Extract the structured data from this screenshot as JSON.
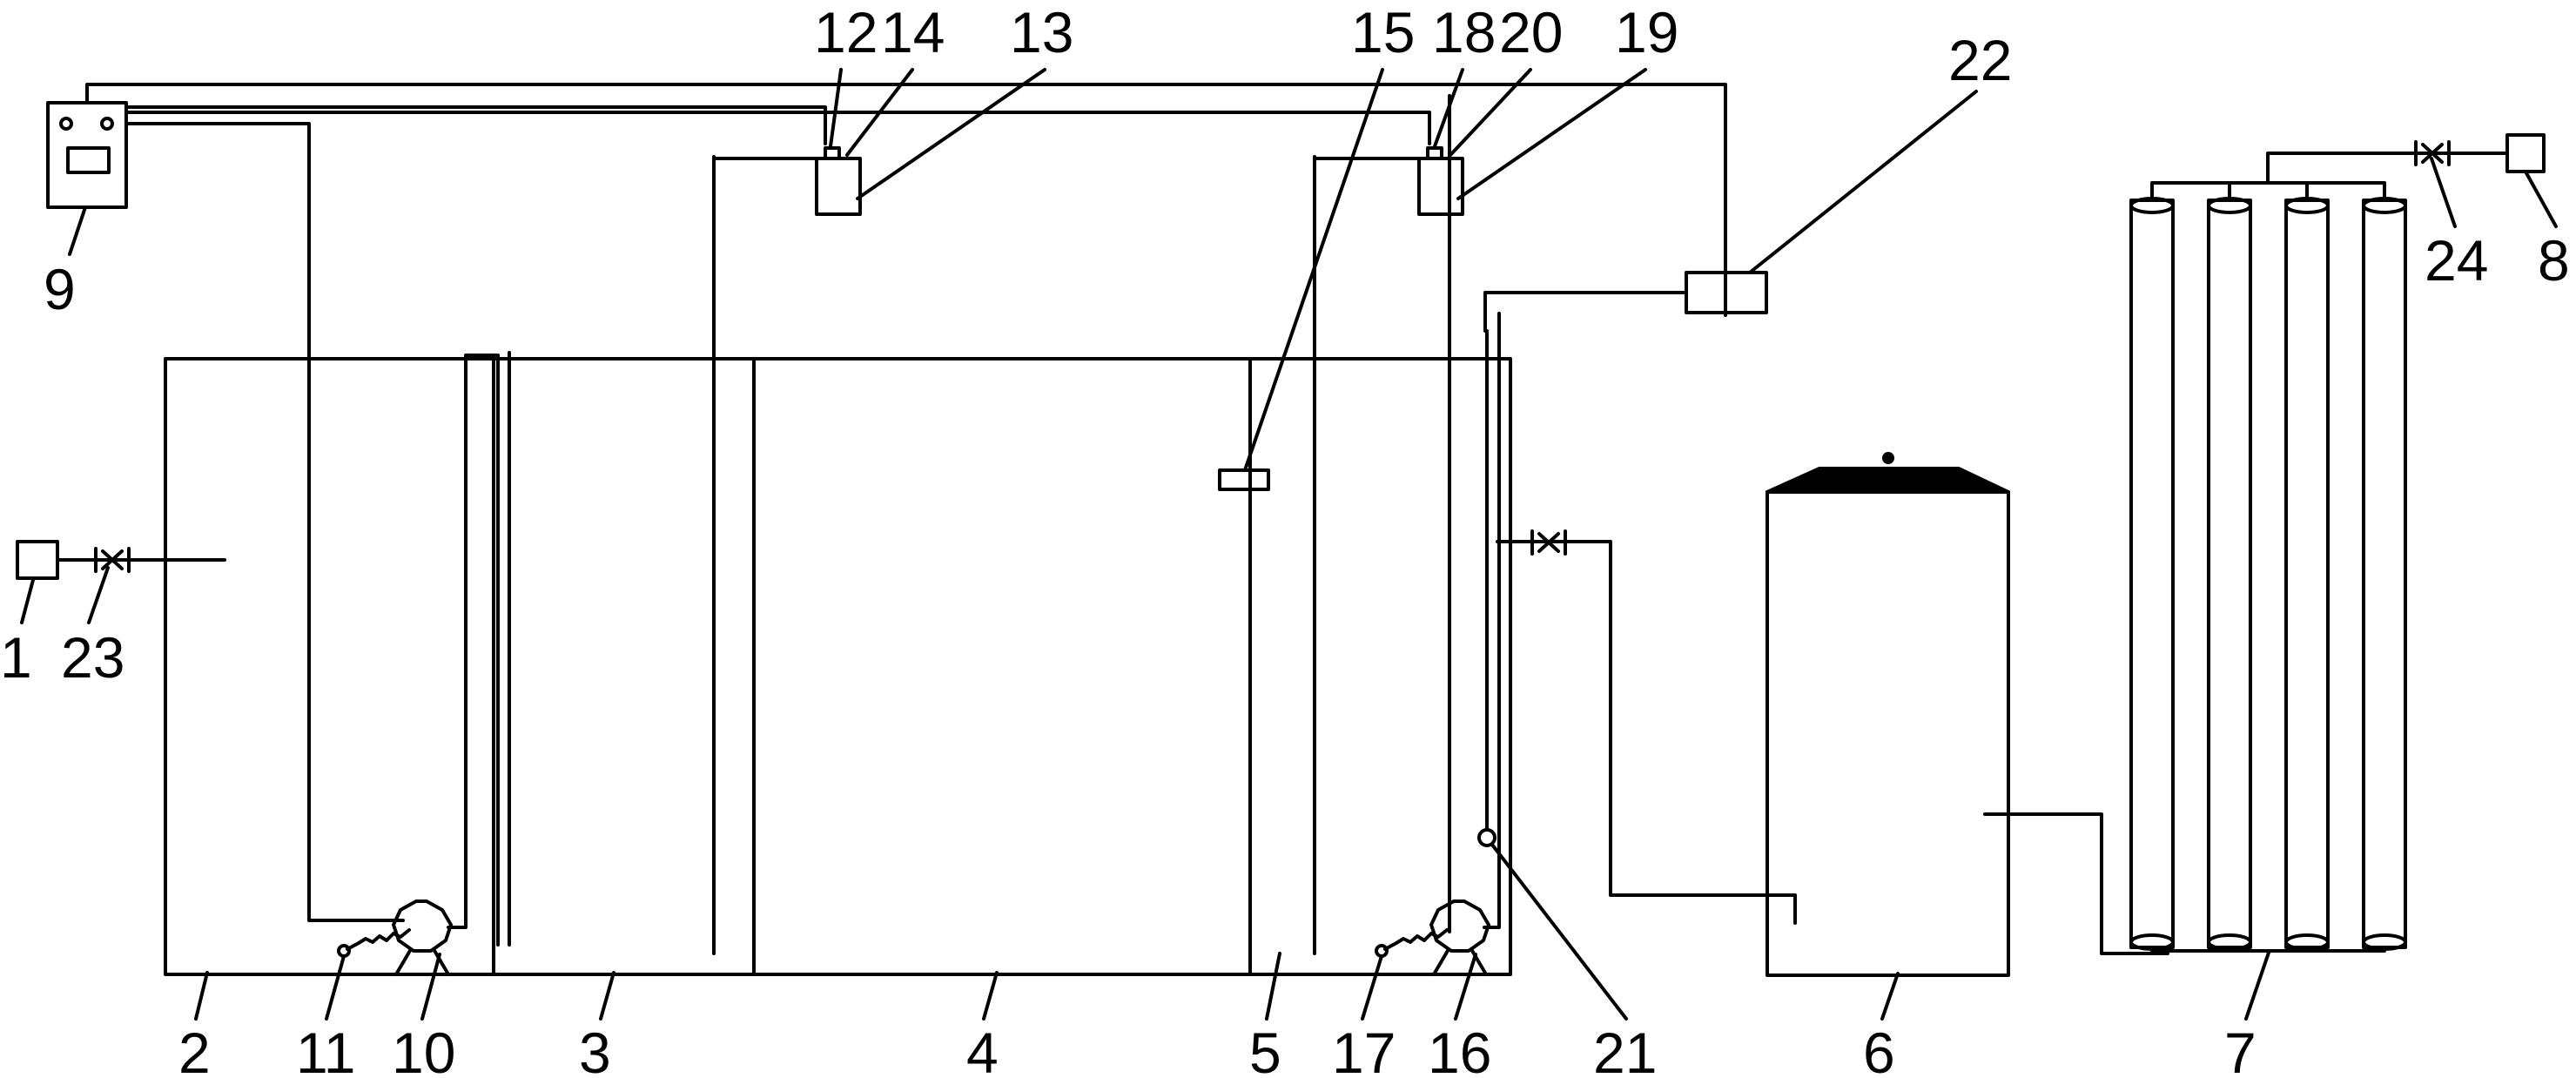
{
  "labels": {
    "l1": "1",
    "l2": "2",
    "l3": "3",
    "l4": "4",
    "l5": "5",
    "l6": "6",
    "l7": "7",
    "l8": "8",
    "l9": "9",
    "l10": "10",
    "l11": "11",
    "l12": "12",
    "l13": "13",
    "l14": "14",
    "l15": "15",
    "l16": "16",
    "l17": "17",
    "l18": "18",
    "l19": "19",
    "l20": "20",
    "l21": "21",
    "l22": "22",
    "l23": "23",
    "l24": "24"
  },
  "colors": {
    "line": "#000000",
    "background": "#ffffff"
  }
}
